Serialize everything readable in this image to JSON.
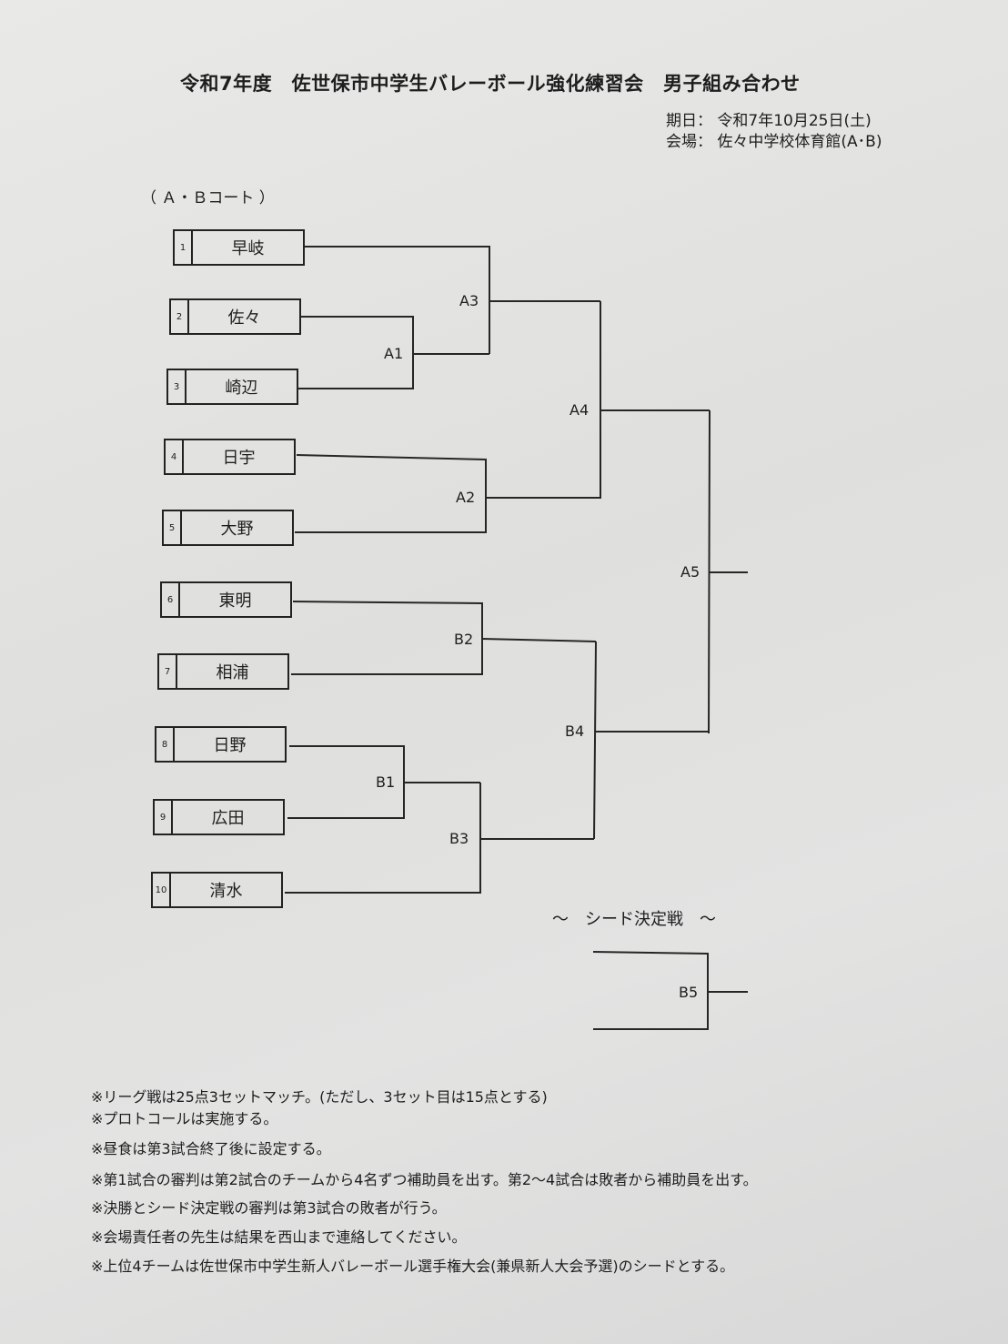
{
  "header": {
    "title": "令和7年度　佐世保市中学生バレーボール強化練習会　男子組み合わせ",
    "date": "期日：  令和7年10月25日(土)",
    "venue": "会場：  佐々中学校体育館(A･B)"
  },
  "court_label": "（ Ａ・Ｂコート ）",
  "teams": [
    {
      "num": "1",
      "name": "早岐"
    },
    {
      "num": "2",
      "name": "佐々"
    },
    {
      "num": "3",
      "name": "崎辺"
    },
    {
      "num": "4",
      "name": "日宇"
    },
    {
      "num": "5",
      "name": "大野"
    },
    {
      "num": "6",
      "name": "東明"
    },
    {
      "num": "7",
      "name": "相浦"
    },
    {
      "num": "8",
      "name": "日野"
    },
    {
      "num": "9",
      "name": "広田"
    },
    {
      "num": "10",
      "name": "清水"
    }
  ],
  "matches": {
    "A1": "A1",
    "A2": "A2",
    "A3": "A3",
    "A4": "A4",
    "A5": "A5",
    "B1": "B1",
    "B2": "B2",
    "B3": "B3",
    "B4": "B4",
    "B5": "B5"
  },
  "seed_title": "～　シード決定戦　～",
  "notes": [
    "※リーグ戦は25点3セットマッチ。(ただし、3セット目は15点とする)",
    "※プロトコールは実施する。",
    "※昼食は第3試合終了後に設定する。",
    "※第1試合の審判は第2試合のチームから4名ずつ補助員を出す。第2～4試合は敗者から補助員を出す。",
    "※決勝とシード決定戦の審判は第3試合の敗者が行う。",
    "※会場責任者の先生は結果を西山まで連絡してください。",
    "※上位4チームは佐世保市中学生新人バレーボール選手権大会(兼県新人大会予選)のシードとする。"
  ]
}
